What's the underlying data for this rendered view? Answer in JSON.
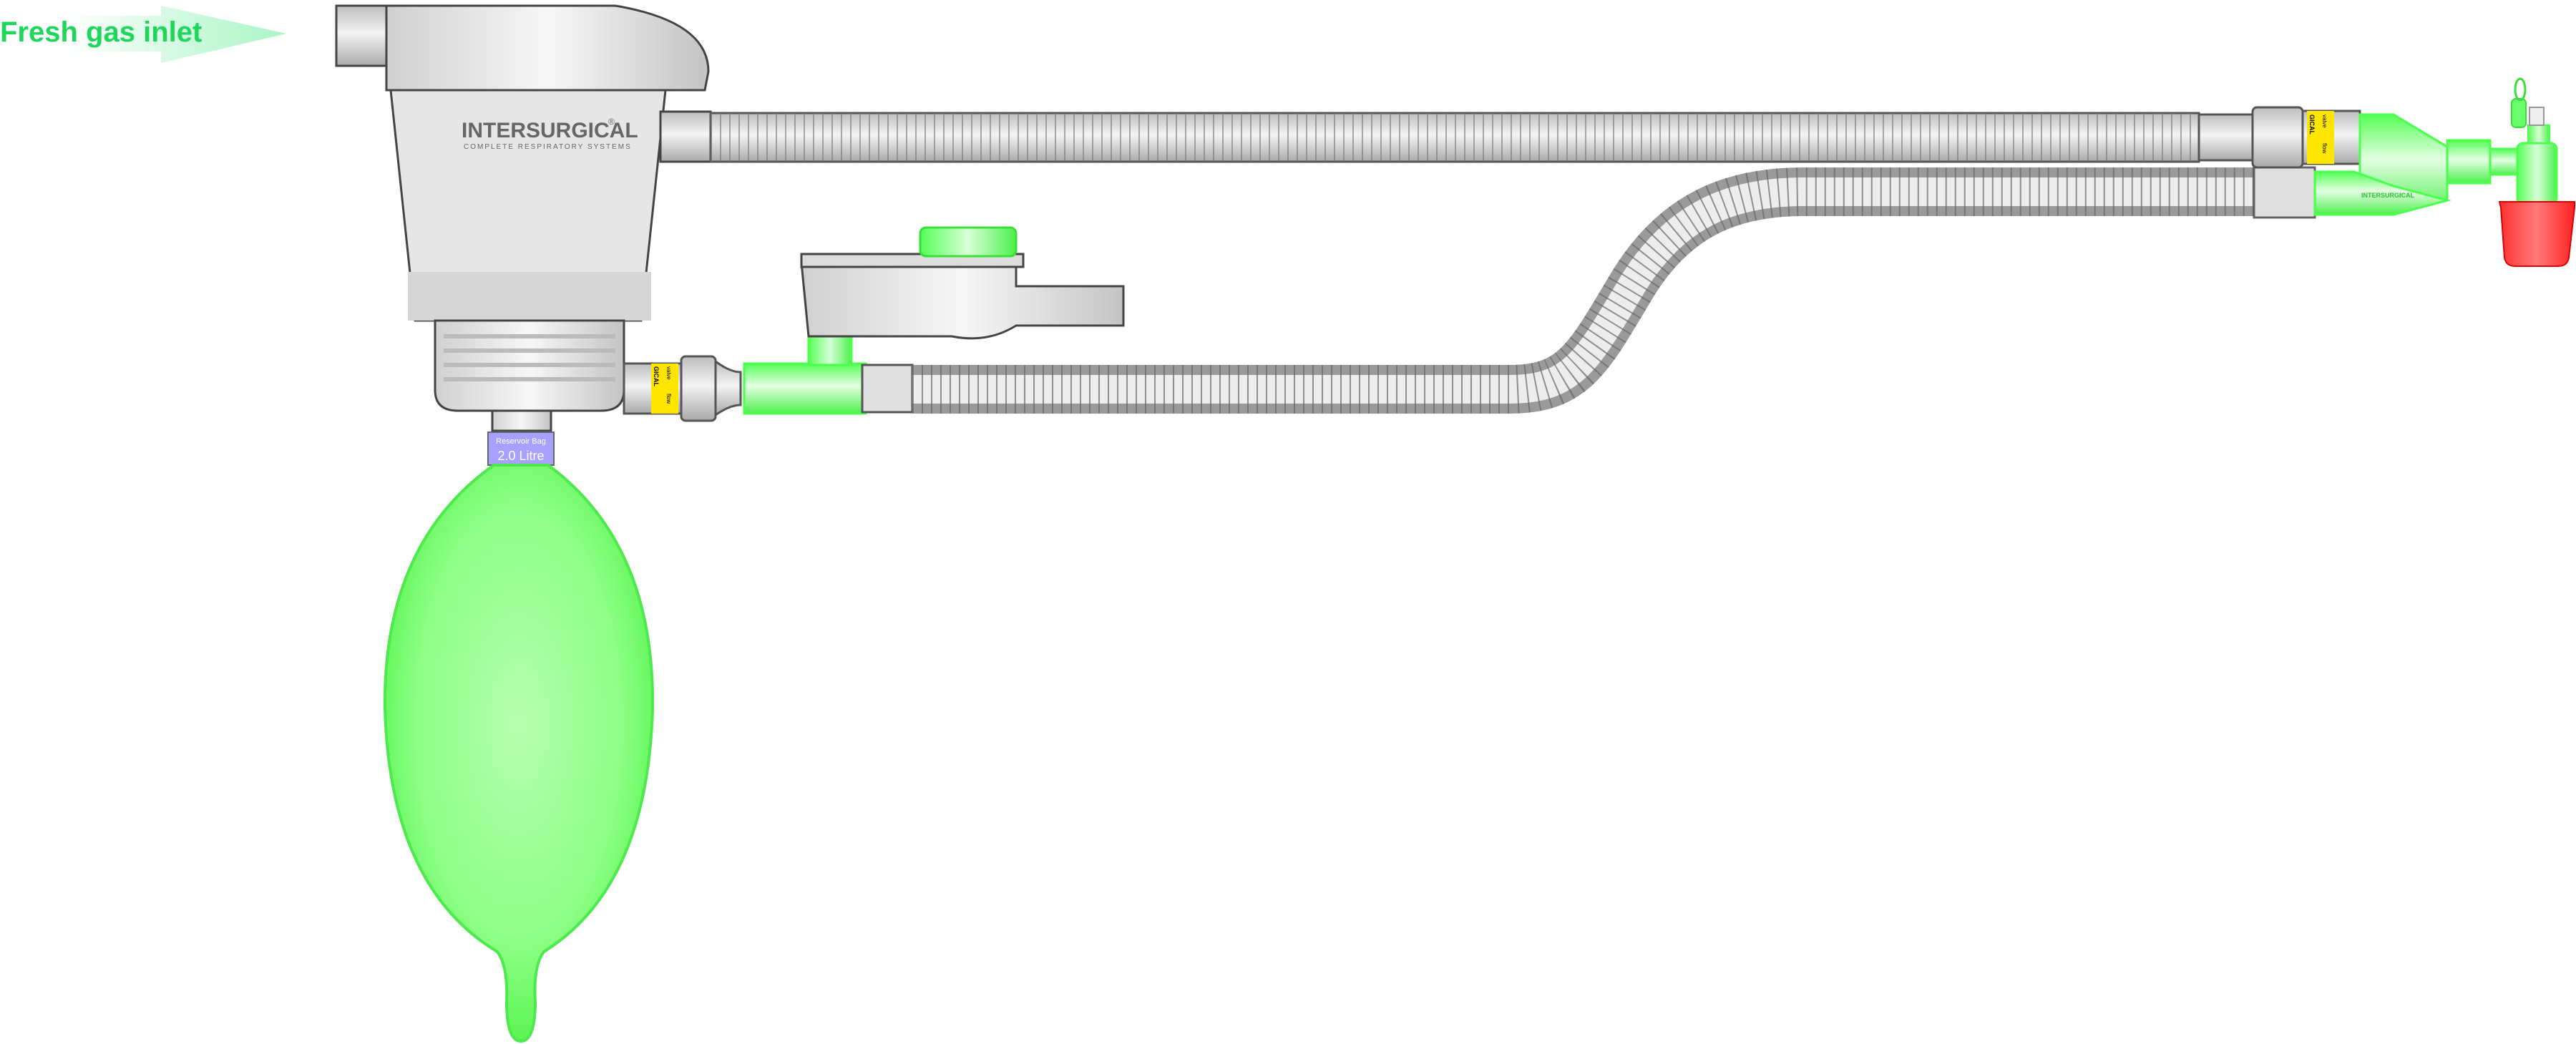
{
  "inlet": {
    "label": "Fresh gas inlet"
  },
  "canister": {
    "brand": "INTERSURGICAL",
    "registered": "®",
    "tagline": "COMPLETE RESPIRATORY SYSTEMS"
  },
  "bag": {
    "title": "Reservoir Bag",
    "volume": "2.0 Litre"
  },
  "flow_labels": {
    "lower": {
      "brand": "GICAL",
      "word1": "valve",
      "word2": "flow"
    },
    "upper": {
      "brand": "GICAL",
      "word1": "valve",
      "word2": "flow"
    }
  },
  "ypiece": {
    "brand": "INTERSURGICAL"
  },
  "colors": {
    "green": "#4cff4c",
    "grey": "#c8c8c8",
    "red": "#ff2a2a",
    "yellow": "#ffe600",
    "bag_label": "#a7a0ff",
    "inlet_text": "#1ed65a"
  }
}
